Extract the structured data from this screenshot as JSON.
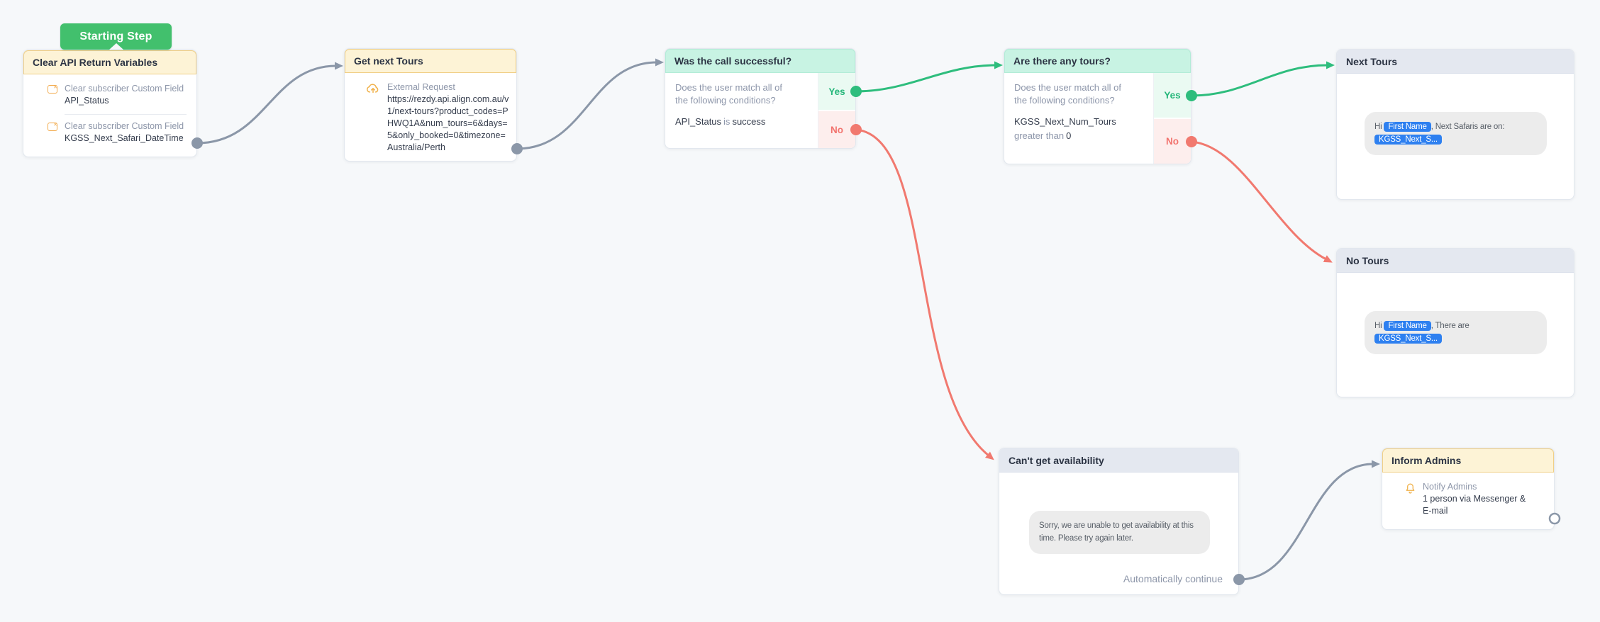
{
  "canvas": {
    "background": "#f6f8fa"
  },
  "colors": {
    "accent_green": "#2ebd7d",
    "accent_red": "#f1796f",
    "connector_gray": "#8b97a8",
    "token_blue": "#2e80f0",
    "header_yellow": "#fdf3d6",
    "header_mint": "#c8f3e3",
    "header_gray": "#e4e8f0",
    "badge_green": "#42c06d"
  },
  "badge": {
    "label": "Starting Step"
  },
  "nodes": {
    "clear_vars": {
      "title": "Clear API Return Variables",
      "items": [
        {
          "icon": "clear-field-icon",
          "label": "Clear subscriber Custom Field",
          "value": "API_Status"
        },
        {
          "icon": "clear-field-icon",
          "label": "Clear subscriber Custom Field",
          "value": "KGSS_Next_Safari_DateTime"
        }
      ]
    },
    "get_tours": {
      "title": "Get next Tours",
      "action_label": "External Request",
      "action_value": "https://rezdy.api.align.com.au/v1/next-tours?product_codes=PHWQ1A&num_tours=6&days=5&only_booked=0&timezone=Australia/Perth"
    },
    "call_success": {
      "title": "Was the call successful?",
      "question": "Does the user match all of the following conditions?",
      "field": "API_Status",
      "operator": "is",
      "value": "success",
      "yes": "Yes",
      "no": "No"
    },
    "any_tours": {
      "title": "Are there any tours?",
      "question": "Does the user match all of the following conditions?",
      "field": "KGSS_Next_Num_Tours",
      "operator": "greater than",
      "value": "0",
      "yes": "Yes",
      "no": "No"
    },
    "next_tours": {
      "title": "Next Tours",
      "msg_before": "Hi ",
      "token1": "First Name",
      "msg_after": ", Next Safaris are on:",
      "token2": "KGSS_Next_S..."
    },
    "no_tours": {
      "title": "No Tours",
      "msg_before": "Hi ",
      "token1": "First Name",
      "msg_after": ", There are",
      "token2": "KGSS_Next_S..."
    },
    "cant_get": {
      "title": "Can't get availability",
      "message": "Sorry, we are unable to get availability at this time. Please try again later.",
      "footer": "Automatically continue"
    },
    "inform_admins": {
      "title": "Inform Admins",
      "action_label": "Notify Admins",
      "action_value": "1 person via Messenger & E-mail"
    }
  }
}
